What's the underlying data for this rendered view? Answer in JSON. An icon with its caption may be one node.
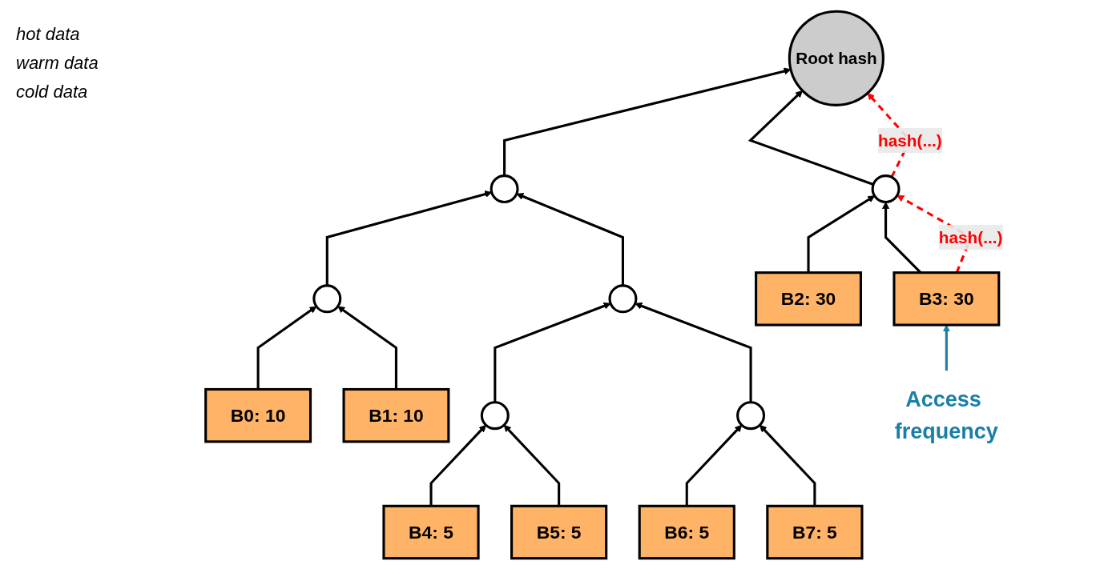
{
  "diagram": {
    "nodes": [
      {
        "text": [
          "Root hash"
        ]
      },
      {
        "text": [],
        "shape": "circle"
      },
      {
        "text": [],
        "shape": "circle"
      },
      {
        "text": [],
        "shape": "circle"
      },
      {
        "text": [],
        "shape": "circle"
      },
      {
        "text": [
          "B2: 30"
        ]
      },
      {
        "text": [
          "B3: 30"
        ]
      },
      {
        "text": [
          "B0: 10"
        ]
      },
      {
        "text": [
          "B1: 10"
        ]
      },
      {
        "text": [],
        "shape": "circle"
      },
      {
        "text": [],
        "shape": "circle"
      },
      {
        "text": [
          "B4: 5"
        ]
      },
      {
        "text": [
          "B5: 5"
        ]
      },
      {
        "text": [
          "B6: 5"
        ]
      },
      {
        "text": [
          "B7: 5"
        ]
      },
      {
        "text": [
          "Access frequency"
        ]
      }
    ],
    "edges": [
      {
        "from": 1,
        "to": 0,
        "arrow": "to"
      },
      {
        "from": 2,
        "to": 0,
        "arrow": "to"
      },
      {
        "from": 3,
        "to": 1,
        "arrow": "to"
      },
      {
        "from": 4,
        "to": 1,
        "arrow": "to"
      },
      {
        "from": 5,
        "to": 2,
        "arrow": "to"
      },
      {
        "from": 6,
        "to": 2,
        "arrow": "to"
      },
      {
        "from": 7,
        "to": 3,
        "arrow": "to"
      },
      {
        "from": 8,
        "to": 3,
        "arrow": "to"
      },
      {
        "from": 9,
        "to": 4,
        "arrow": "to"
      },
      {
        "from": 10,
        "to": 4,
        "arrow": "to"
      },
      {
        "from": 11,
        "to": 9,
        "arrow": "to"
      },
      {
        "from": 12,
        "to": 9,
        "arrow": "to"
      },
      {
        "from": 13,
        "to": 10,
        "arrow": "to"
      },
      {
        "from": 14,
        "to": 10,
        "arrow": "to"
      },
      {
        "from": 6,
        "to": 2,
        "arrow": "to",
        "label": "hash(...)",
        "style": "dashed",
        "color": "#ff0000"
      },
      {
        "from": 2,
        "to": 0,
        "arrow": "to",
        "label": "hash(...)",
        "style": "dashed",
        "color": "#ff0000"
      },
      {
        "from": 15,
        "to": 6,
        "arrow": "to",
        "color": "#1a7fa8"
      }
    ],
    "labels": [
      "hot data",
      "warm data",
      "cold data"
    ]
  }
}
